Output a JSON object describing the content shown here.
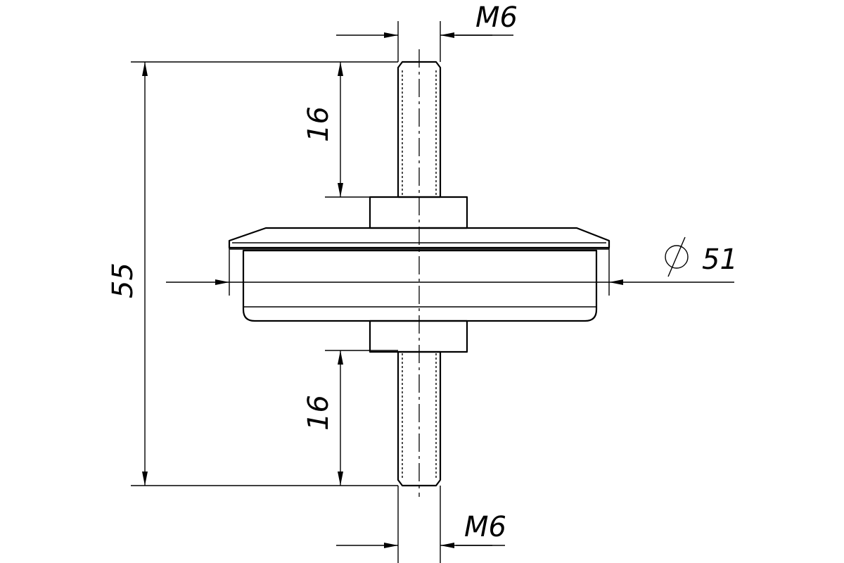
{
  "drawing": {
    "labels": {
      "thread_top": "M6",
      "thread_bottom": "M6",
      "stud_length_top": "16",
      "stud_length_bottom": "16",
      "overall_height": "55",
      "diameter": "51"
    }
  }
}
